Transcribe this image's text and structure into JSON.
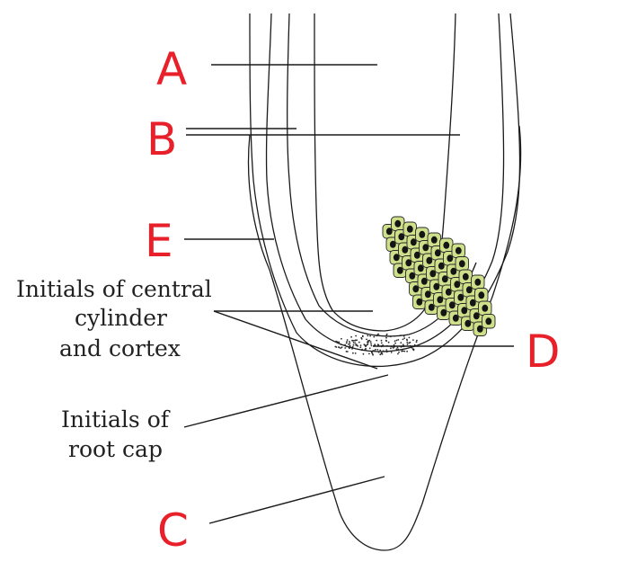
{
  "diagram": {
    "letters": {
      "a": "A",
      "b": "B",
      "c": "C",
      "d": "D",
      "e": "E"
    },
    "labels": {
      "central_initials": [
        "Initials of central",
        "cylinder",
        "and cortex"
      ],
      "root_cap_initials": [
        "Initials of",
        "root cap"
      ]
    },
    "colors": {
      "letter": "#e8202a",
      "cell_fill": "#cfe08a",
      "line": "#1a1a1a"
    }
  }
}
